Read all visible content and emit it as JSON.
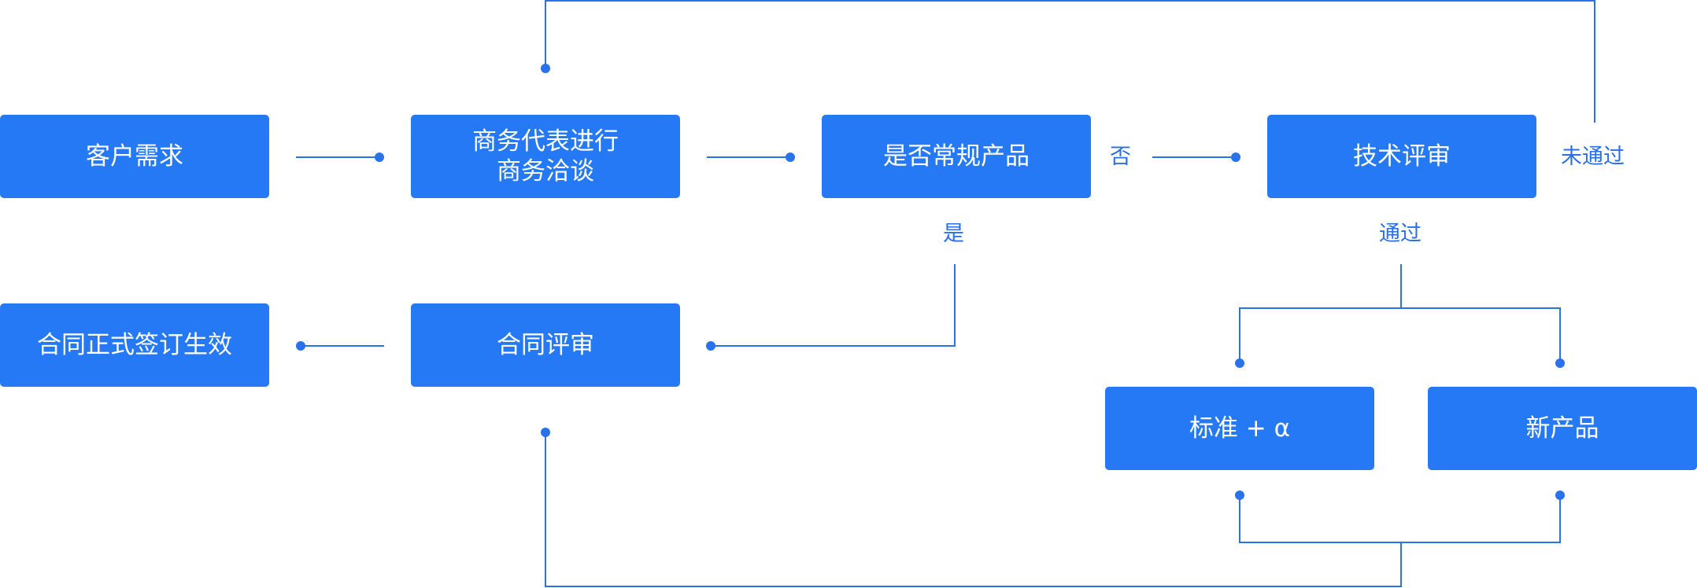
{
  "colors": {
    "box": "#2679f4",
    "line": "#2a72ec",
    "label": "#2a6fe8",
    "box_text": "#ffffff"
  },
  "nodes": {
    "customer_demand": "客户需求",
    "business_talk_line1": "商务代表进行",
    "business_talk_line2": "商务洽谈",
    "is_standard": "是否常规产品",
    "tech_review": "技术评审",
    "contract_signed": "合同正式签订生效",
    "contract_review": "合同评审",
    "standard_plus": "标准 + α",
    "new_product": "新产品"
  },
  "edge_labels": {
    "no": "否",
    "yes": "是",
    "failed": "未通过",
    "passed": "通过"
  }
}
